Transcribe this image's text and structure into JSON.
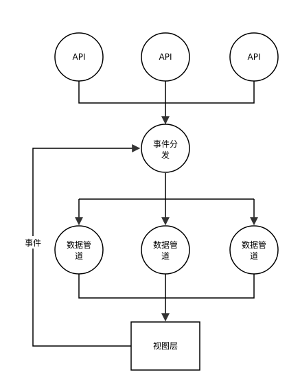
{
  "diagram": {
    "stroke_color": "#000000",
    "fill_color": "#ffffff",
    "api_nodes": [
      {
        "label": "API"
      },
      {
        "label": "API"
      },
      {
        "label": "API"
      }
    ],
    "dispatch_node": {
      "line1": "事件分",
      "line2": "发"
    },
    "pipeline_nodes": [
      {
        "line1": "数据管",
        "line2": "道"
      },
      {
        "line1": "数据管",
        "line2": "道"
      },
      {
        "line1": "数据管",
        "line2": "道"
      }
    ],
    "view_node": {
      "label": "视图层"
    },
    "feedback_edge": {
      "label": "事件"
    }
  }
}
